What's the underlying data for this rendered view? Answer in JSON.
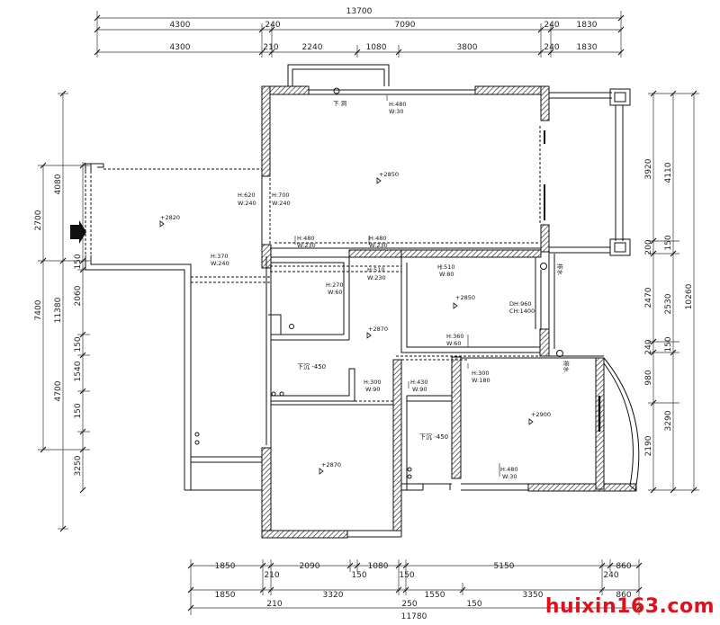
{
  "dimensions": {
    "top_total": "13700",
    "top_row1": [
      "4300",
      "240",
      "7090",
      "240",
      "1830"
    ],
    "top_row2": [
      "4300",
      "210",
      "2240",
      "1080",
      "3800",
      "240",
      "1830"
    ],
    "bottom_row1": [
      "1850",
      "210",
      "2090",
      "150",
      "1080",
      "150",
      "5150",
      "240",
      "860"
    ],
    "bottom_row2": [
      "1850",
      "210",
      "3320",
      "250",
      "1550",
      "150",
      "3350",
      "860"
    ],
    "bottom_total": "11780",
    "left_outer": [
      "2700",
      "7400"
    ],
    "left_mid": [
      "4080",
      "11380"
    ],
    "left_inner": [
      "150",
      "2060",
      "150",
      "1540",
      "150",
      "3250",
      "4700"
    ],
    "right_inner": [
      "3920",
      "200",
      "2470",
      "240",
      "980",
      "2190"
    ],
    "right_mid": [
      "4110",
      "150",
      "2530",
      "150",
      "3290"
    ],
    "right_outer": [
      "10260"
    ]
  },
  "annotations": {
    "h480_w30_top": [
      "H:480",
      "W:30"
    ],
    "h620_w240": [
      "H:620",
      "W:240"
    ],
    "h700_w240": [
      "H:700",
      "W:240"
    ],
    "h480_w230_a": [
      "H:480",
      "W:230"
    ],
    "h480_w230_b": [
      "H:480",
      "W:230"
    ],
    "h370_w240": [
      "H:370",
      "W:240"
    ],
    "h510_w230": [
      "H:510",
      "W:230"
    ],
    "h510_w80": [
      "H:510",
      "W:80"
    ],
    "h270_w60": [
      "H:270",
      "W:60"
    ],
    "dh_ch": [
      "DH:960",
      "CH:1400"
    ],
    "h360_w60": [
      "H:360",
      "W:60"
    ],
    "h300_w90": [
      "H:300",
      "W:90"
    ],
    "h430_w90": [
      "H:430",
      "W:90"
    ],
    "h300_w180": [
      "H:300",
      "W:180"
    ],
    "h480_w30_bottom": [
      "H:480",
      "W:30"
    ]
  },
  "levels": [
    "+2850",
    "+2820",
    "+2850",
    "+2870",
    "+2900",
    "+2870"
  ],
  "labels": {
    "down_beam": "下 洞",
    "sunken_1": "下沉 -450",
    "sunken_2": "下沉 -450",
    "riser_1": "排水",
    "riser_2": "排水"
  },
  "watermark": "huixin163.com"
}
